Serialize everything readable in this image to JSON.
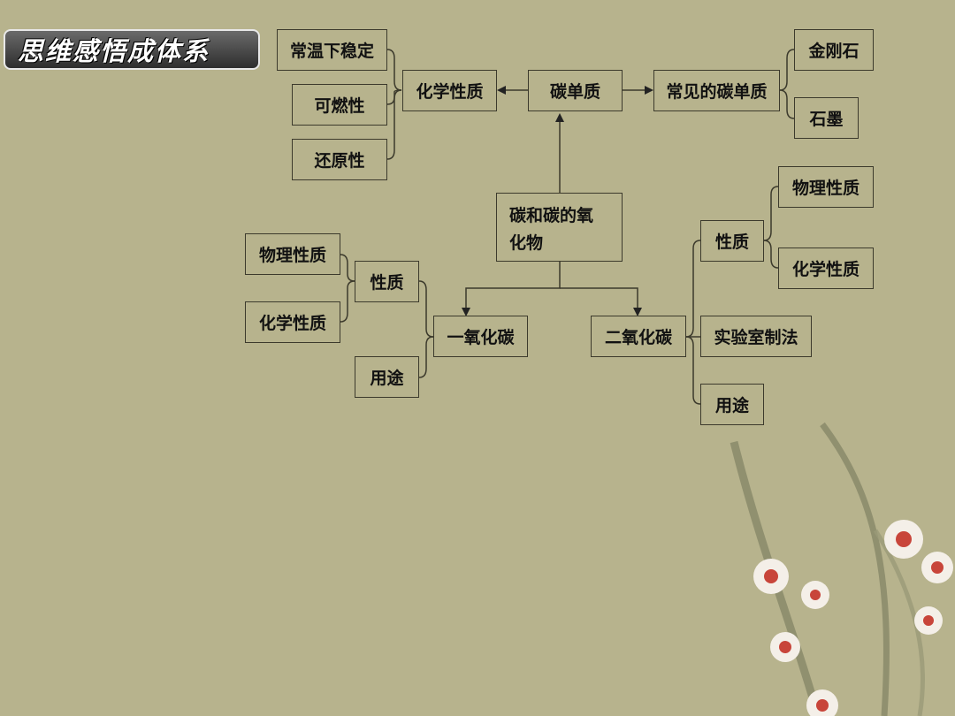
{
  "title": "思维感悟成体系",
  "nodes": {
    "center": "碳和碳的氧化物",
    "carbon_element": "碳单质",
    "chem_props_top": "化学性质",
    "stable": "常温下稳定",
    "flammable": "可燃性",
    "reducing": "还原性",
    "common_carbon": "常见的碳单质",
    "diamond": "金刚石",
    "graphite": "石墨",
    "co": "一氧化碳",
    "co_props": "性质",
    "co_physical": "物理性质",
    "co_chemical": "化学性质",
    "co_use": "用途",
    "co2": "二氧化碳",
    "co2_props": "性质",
    "co2_physical": "物理性质",
    "co2_chemical": "化学性质",
    "co2_lab": "实验室制法",
    "co2_use": "用途"
  },
  "colors": {
    "background": "#b7b38d",
    "line": "#3c3a2c",
    "text": "#111111"
  }
}
